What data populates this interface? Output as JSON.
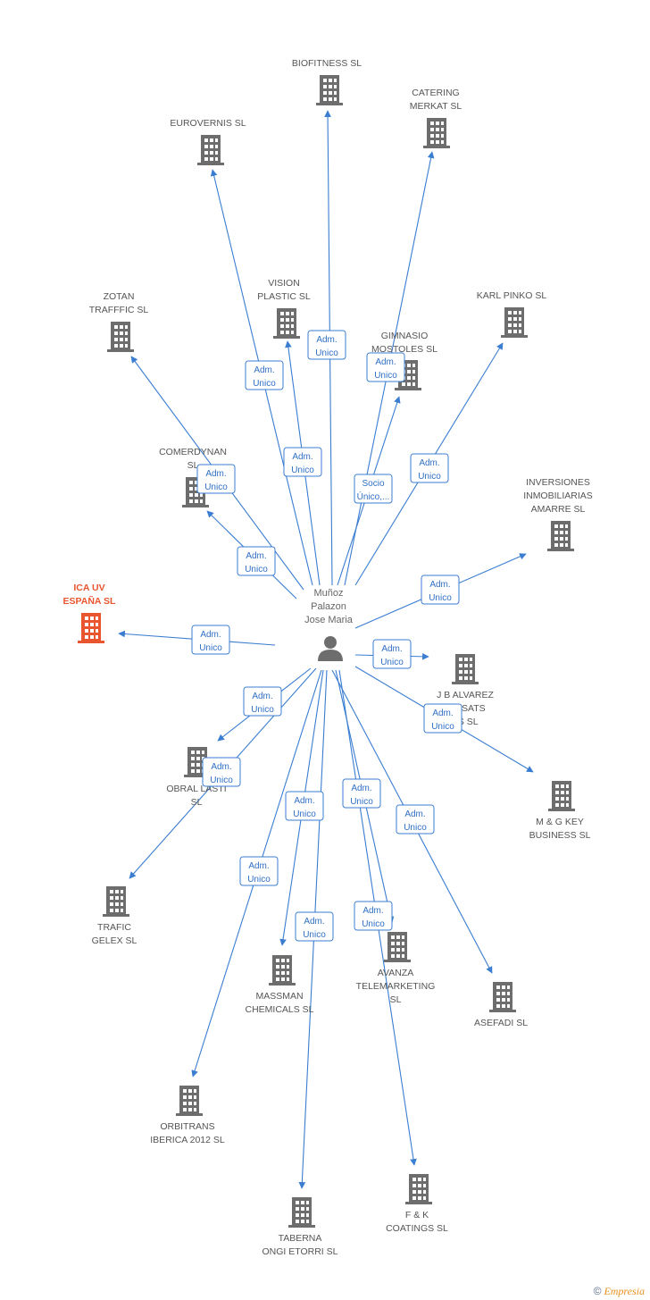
{
  "center": {
    "label_lines": [
      "Muñoz",
      "Palazon",
      "Jose Maria"
    ],
    "icon": "person-icon"
  },
  "companies": [
    {
      "id": "biofitness",
      "label_lines": [
        "BIOFITNESS SL"
      ],
      "edge": "Adm. Unico",
      "main": false
    },
    {
      "id": "catering",
      "label_lines": [
        "CATERING",
        "MERKAT  SL"
      ],
      "edge": "Socio Único,...",
      "main": false
    },
    {
      "id": "eurovernis",
      "label_lines": [
        "EUROVERNIS SL"
      ],
      "edge": "Adm. Unico",
      "main": false
    },
    {
      "id": "vision",
      "label_lines": [
        "VISION",
        "PLASTIC  SL"
      ],
      "edge": "Adm. Unico",
      "main": false
    },
    {
      "id": "zotan",
      "label_lines": [
        "ZOTAN",
        "TRAFFFIC SL"
      ],
      "edge": "Adm. Unico",
      "main": false
    },
    {
      "id": "gimnasio",
      "label_lines": [
        "GIMNASIO",
        "MOSTOLES  SL"
      ],
      "edge": "Adm. Unico",
      "main": false
    },
    {
      "id": "karlpinko",
      "label_lines": [
        "KARL PINKO  SL"
      ],
      "edge": "Adm. Unico",
      "main": false
    },
    {
      "id": "comerdynan",
      "label_lines": [
        "COMERDYNAN",
        "SL"
      ],
      "edge": "Adm. Unico",
      "main": false
    },
    {
      "id": "inversiones",
      "label_lines": [
        "INVERSIONES",
        "INMOBILIARIAS",
        "AMARRE  SL"
      ],
      "edge": "Adm. Unico",
      "main": false
    },
    {
      "id": "icauv",
      "label_lines": [
        "ICA UV",
        "ESPAÑA SL"
      ],
      "edge": "Adm. Unico",
      "main": true
    },
    {
      "id": "jbalvarez",
      "label_lines": [
        "J B ALVAREZ",
        "MISSATS",
        "TS SL"
      ],
      "edge": "Adm. Unico",
      "main": false
    },
    {
      "id": "obral",
      "label_lines": [
        "OBRAL LASTI",
        "SL"
      ],
      "edge": "Adm. Unico",
      "main": false
    },
    {
      "id": "mgkey",
      "label_lines": [
        "M & G KEY",
        "BUSINESS  SL"
      ],
      "edge": "Adm. Unico",
      "main": false
    },
    {
      "id": "trafic",
      "label_lines": [
        "TRAFIC",
        "GELEX  SL"
      ],
      "edge": "Adm. Unico",
      "main": false
    },
    {
      "id": "massman",
      "label_lines": [
        "MASSMAN",
        "CHEMICALS  SL"
      ],
      "edge": "Adm. Unico",
      "main": false
    },
    {
      "id": "avanza",
      "label_lines": [
        "AVANZA",
        "TELEMARKETING",
        "SL"
      ],
      "edge": "Adm. Unico",
      "main": false
    },
    {
      "id": "asefadi",
      "label_lines": [
        "ASEFADI  SL"
      ],
      "edge": "Adm. Unico",
      "main": false
    },
    {
      "id": "orbitrans",
      "label_lines": [
        "ORBITRANS",
        "IBERICA 2012 SL"
      ],
      "edge": "Adm. Unico",
      "main": false
    },
    {
      "id": "fk",
      "label_lines": [
        "F & K",
        "COATINGS SL"
      ],
      "edge": "Adm. Unico",
      "main": false
    },
    {
      "id": "taberna",
      "label_lines": [
        "TABERNA",
        "ONGI ETORRI SL"
      ],
      "edge": "Adm. Unico",
      "main": false
    }
  ],
  "colors": {
    "edge": "#3a7dd1",
    "building": "#6d6d6d",
    "main_building": "#e8552e",
    "person": "#6d6d6d"
  },
  "footer": {
    "copyright": "©",
    "brand": "Empresia"
  }
}
